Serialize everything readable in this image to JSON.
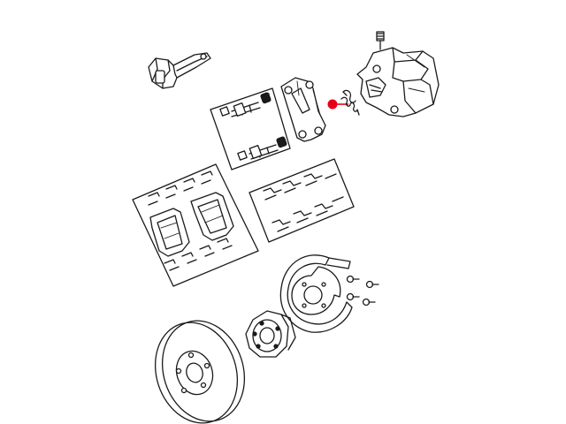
{
  "diagram": {
    "parts": [
      {
        "id": "brake-hose-bracket",
        "icon": "hose-bracket-icon"
      },
      {
        "id": "caliper-guide-pin-kit",
        "icon": "guide-pin-icon"
      },
      {
        "id": "caliper-adapter-mount",
        "icon": "adapter-bracket-icon"
      },
      {
        "id": "parking-brake-spring",
        "icon": "spring-icon",
        "highlighted": true
      },
      {
        "id": "brake-caliper",
        "icon": "caliper-icon"
      },
      {
        "id": "brake-pad-kit",
        "icon": "brake-pad-icon"
      },
      {
        "id": "pad-hardware-clip-kit",
        "icon": "clip-icon"
      },
      {
        "id": "disc-brake-shield",
        "icon": "splash-shield-icon"
      },
      {
        "id": "shield-bolts",
        "icon": "bolt-icon"
      },
      {
        "id": "hub-bearing",
        "icon": "hub-icon"
      },
      {
        "id": "brake-rotor",
        "icon": "rotor-icon"
      }
    ],
    "colors": {
      "line": "#1a1a1a",
      "highlight": "#e4001b",
      "background": "#ffffff"
    }
  }
}
